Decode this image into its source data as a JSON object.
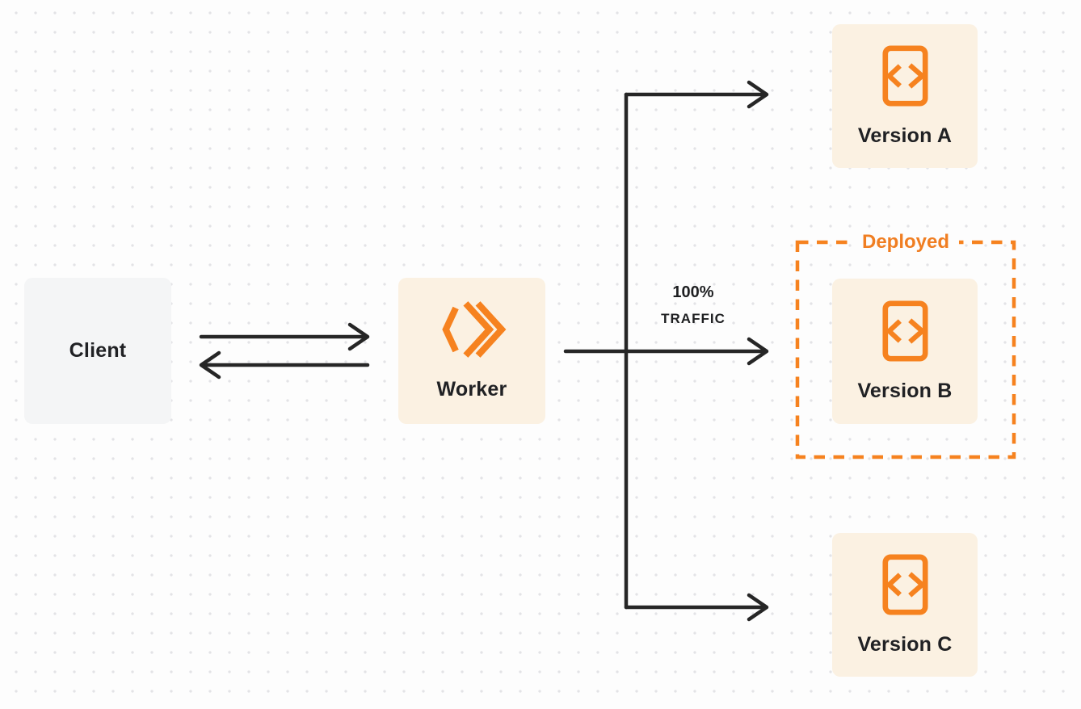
{
  "diagram": {
    "nodes": {
      "client": {
        "label": "Client"
      },
      "worker": {
        "label": "Worker",
        "icon": "cloudflare-workers-icon"
      },
      "version_a": {
        "label": "Version A",
        "icon": "code-file-icon"
      },
      "version_b": {
        "label": "Version B",
        "icon": "code-file-icon"
      },
      "version_c": {
        "label": "Version C",
        "icon": "code-file-icon"
      }
    },
    "annotations": {
      "deployed_label": "Deployed",
      "traffic_percent": "100%",
      "traffic_word": "TRAFFIC"
    },
    "colors": {
      "accent_orange": "#F6821F",
      "node_fill": "#FBF1E2",
      "client_fill": "#F4F5F6",
      "arrow_line": "#262626",
      "label_text": "#202124",
      "background": "#FDFDFD",
      "dot_grid": "#E3E3E6"
    }
  }
}
